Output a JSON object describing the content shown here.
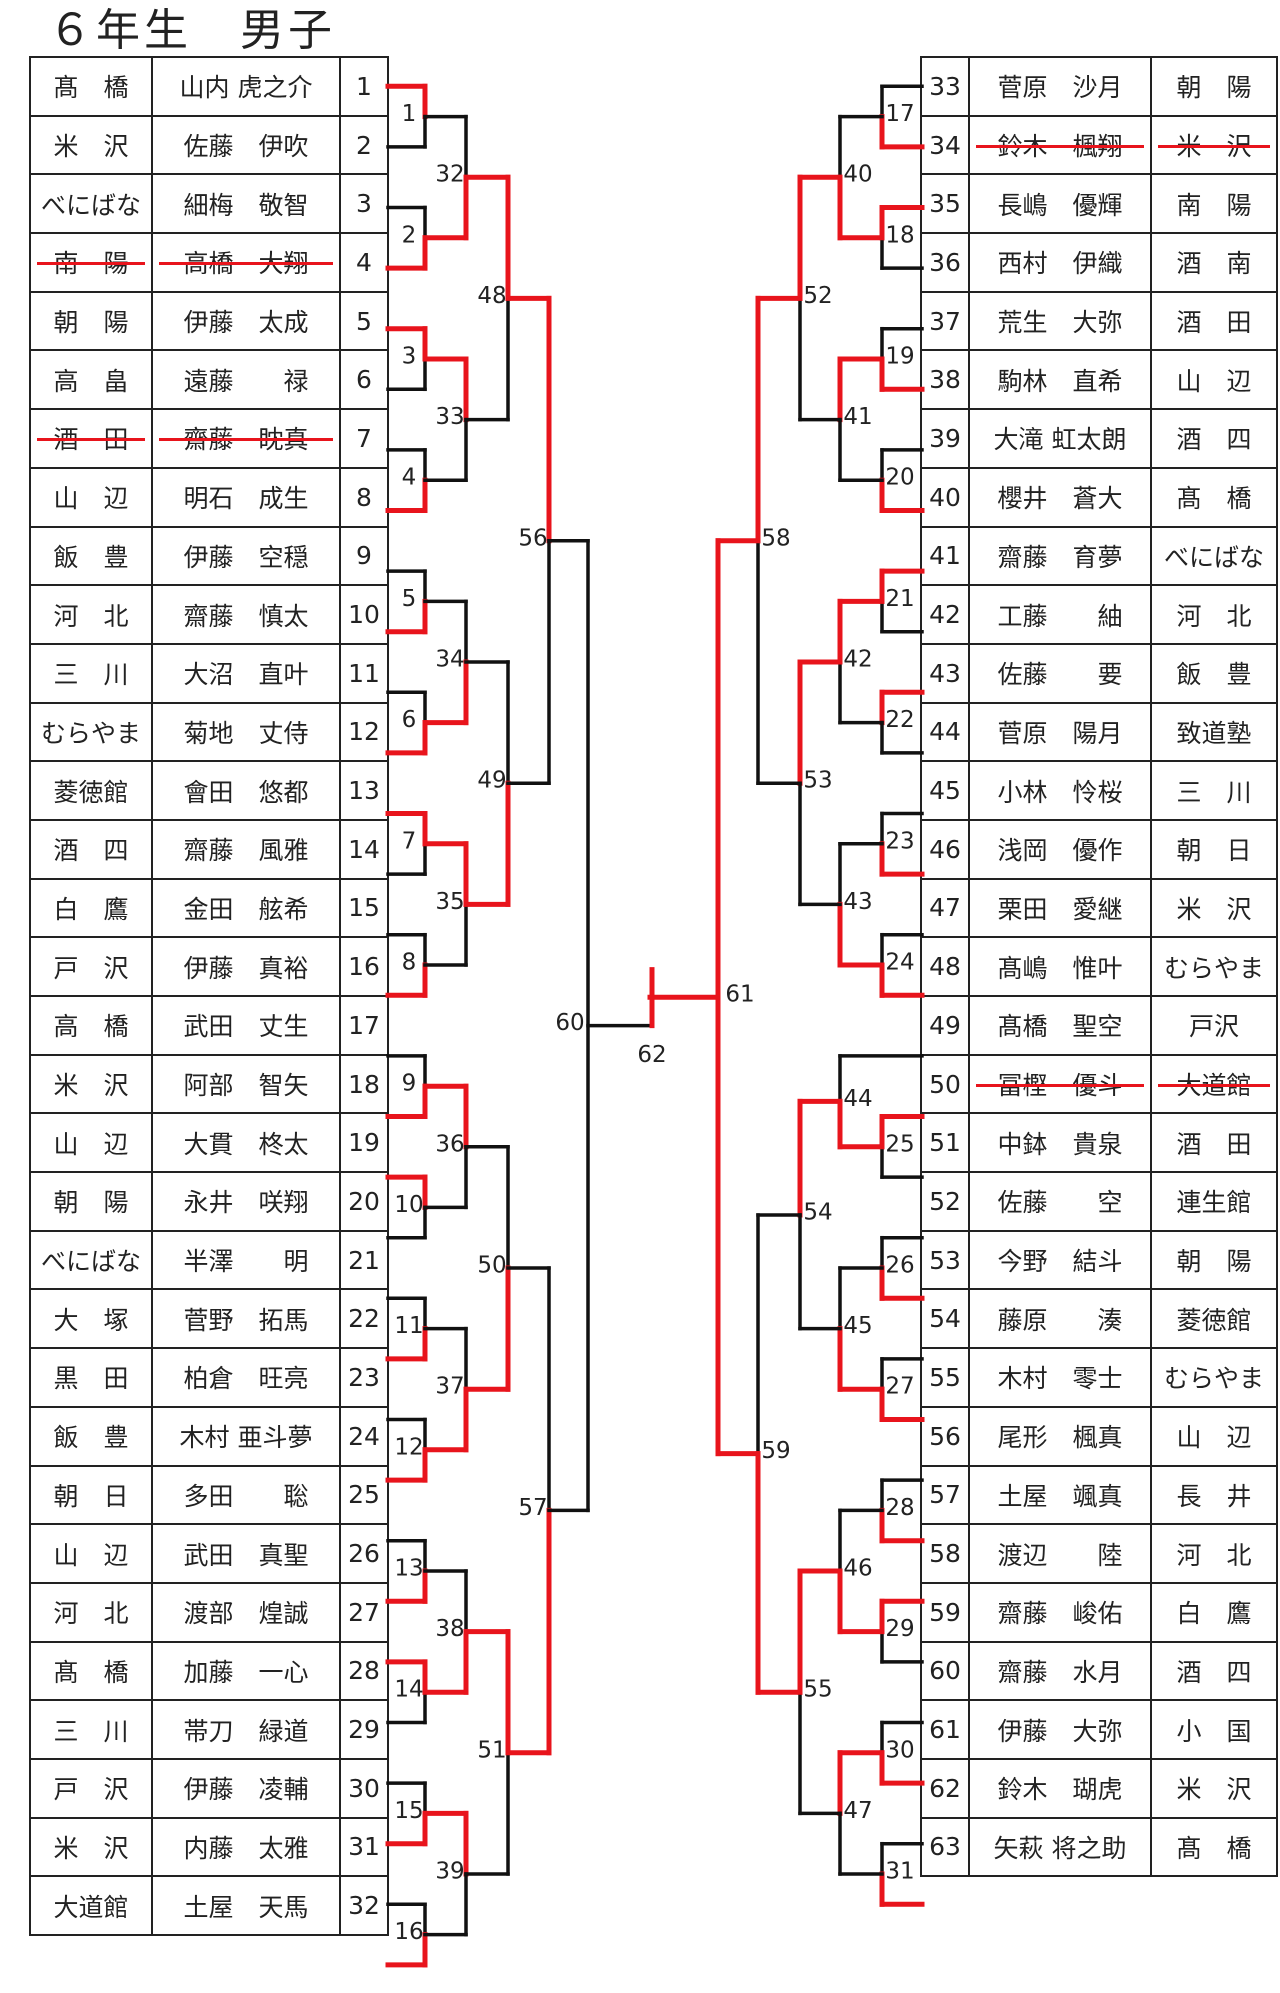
{
  "title": "６年生　男子",
  "colors": {
    "winner_line": "#e8141c",
    "bracket_line": "#111111",
    "strike": "#e8141c"
  },
  "left_entries": [
    {
      "no": "1",
      "team": "髙　橋",
      "name": "山内 虎之介",
      "withdrawn": false
    },
    {
      "no": "2",
      "team": "米　沢",
      "name": "佐藤　伊吹",
      "withdrawn": false
    },
    {
      "no": "3",
      "team": "べにばな",
      "name": "細梅　敬智",
      "withdrawn": false
    },
    {
      "no": "4",
      "team": "南　陽",
      "name": "高橋　大翔",
      "withdrawn": true
    },
    {
      "no": "5",
      "team": "朝　陽",
      "name": "伊藤　太成",
      "withdrawn": false
    },
    {
      "no": "6",
      "team": "高　畠",
      "name": "遠藤　　禄",
      "withdrawn": false
    },
    {
      "no": "7",
      "team": "酒　田",
      "name": "齋藤　眈真",
      "withdrawn": true
    },
    {
      "no": "8",
      "team": "山　辺",
      "name": "明石　成生",
      "withdrawn": false
    },
    {
      "no": "9",
      "team": "飯　豊",
      "name": "伊藤　空穏",
      "withdrawn": false
    },
    {
      "no": "10",
      "team": "河　北",
      "name": "齋藤　慎太",
      "withdrawn": false
    },
    {
      "no": "11",
      "team": "三　川",
      "name": "大沼　直叶",
      "withdrawn": false
    },
    {
      "no": "12",
      "team": "むらやま",
      "name": "菊地　丈侍",
      "withdrawn": false
    },
    {
      "no": "13",
      "team": "菱徳館",
      "name": "會田　悠都",
      "withdrawn": false
    },
    {
      "no": "14",
      "team": "酒　四",
      "name": "齋藤　風雅",
      "withdrawn": false
    },
    {
      "no": "15",
      "team": "白　鷹",
      "name": "金田　舷希",
      "withdrawn": false
    },
    {
      "no": "16",
      "team": "戸　沢",
      "name": "伊藤　真裕",
      "withdrawn": false
    },
    {
      "no": "17",
      "team": "高　橋",
      "name": "武田　丈生",
      "withdrawn": false
    },
    {
      "no": "18",
      "team": "米　沢",
      "name": "阿部　智矢",
      "withdrawn": false
    },
    {
      "no": "19",
      "team": "山　辺",
      "name": "大貫　柊太",
      "withdrawn": false
    },
    {
      "no": "20",
      "team": "朝　陽",
      "name": "永井　咲翔",
      "withdrawn": false
    },
    {
      "no": "21",
      "team": "べにばな",
      "name": "半澤　　明",
      "withdrawn": false
    },
    {
      "no": "22",
      "team": "大　塚",
      "name": "菅野　拓馬",
      "withdrawn": false
    },
    {
      "no": "23",
      "team": "黒　田",
      "name": "柏倉　旺亮",
      "withdrawn": false
    },
    {
      "no": "24",
      "team": "飯　豊",
      "name": "木村 亜斗夢",
      "withdrawn": false
    },
    {
      "no": "25",
      "team": "朝　日",
      "name": "多田　　聡",
      "withdrawn": false
    },
    {
      "no": "26",
      "team": "山　辺",
      "name": "武田　真聖",
      "withdrawn": false
    },
    {
      "no": "27",
      "team": "河　北",
      "name": "渡部　煌誠",
      "withdrawn": false
    },
    {
      "no": "28",
      "team": "髙　橋",
      "name": "加藤　一心",
      "withdrawn": false
    },
    {
      "no": "29",
      "team": "三　川",
      "name": "帯刀　緑道",
      "withdrawn": false
    },
    {
      "no": "30",
      "team": "戸　沢",
      "name": "伊藤　凌輔",
      "withdrawn": false
    },
    {
      "no": "31",
      "team": "米　沢",
      "name": "内藤　太雅",
      "withdrawn": false
    },
    {
      "no": "32",
      "team": "大道館",
      "name": "土屋　天馬",
      "withdrawn": false
    }
  ],
  "right_entries": [
    {
      "no": "33",
      "team": "朝　陽",
      "name": "菅原　沙月",
      "withdrawn": false
    },
    {
      "no": "34",
      "team": "米　沢",
      "name": "鈴木　楓翔",
      "withdrawn": true
    },
    {
      "no": "35",
      "team": "南　陽",
      "name": "長嶋　優輝",
      "withdrawn": false
    },
    {
      "no": "36",
      "team": "酒　南",
      "name": "西村　伊織",
      "withdrawn": false
    },
    {
      "no": "37",
      "team": "酒　田",
      "name": "荒生　大弥",
      "withdrawn": false
    },
    {
      "no": "38",
      "team": "山　辺",
      "name": "駒林　直希",
      "withdrawn": false
    },
    {
      "no": "39",
      "team": "酒　四",
      "name": "大滝 虹太朗",
      "withdrawn": false
    },
    {
      "no": "40",
      "team": "髙　橋",
      "name": "櫻井　蒼大",
      "withdrawn": false
    },
    {
      "no": "41",
      "team": "べにばな",
      "name": "齋藤　育夢",
      "withdrawn": false
    },
    {
      "no": "42",
      "team": "河　北",
      "name": "工藤　　紬",
      "withdrawn": false
    },
    {
      "no": "43",
      "team": "飯　豊",
      "name": "佐藤　　要",
      "withdrawn": false
    },
    {
      "no": "44",
      "team": "致道塾",
      "name": "菅原　陽月",
      "withdrawn": false
    },
    {
      "no": "45",
      "team": "三　川",
      "name": "小林　怜桜",
      "withdrawn": false
    },
    {
      "no": "46",
      "team": "朝　日",
      "name": "浅岡　優作",
      "withdrawn": false
    },
    {
      "no": "47",
      "team": "米　沢",
      "name": "栗田　愛継",
      "withdrawn": false
    },
    {
      "no": "48",
      "team": "むらやま",
      "name": "髙嶋　惟叶",
      "withdrawn": false
    },
    {
      "no": "49",
      "team": "戸沢",
      "name": "髙橋　聖空",
      "withdrawn": false
    },
    {
      "no": "50",
      "team": "大道館",
      "name": "冨樫　優斗",
      "withdrawn": true
    },
    {
      "no": "51",
      "team": "酒　田",
      "name": "中鉢　貴泉",
      "withdrawn": false
    },
    {
      "no": "52",
      "team": "連生館",
      "name": "佐藤　　空",
      "withdrawn": false
    },
    {
      "no": "53",
      "team": "朝　陽",
      "name": "今野　結斗",
      "withdrawn": false
    },
    {
      "no": "54",
      "team": "菱徳館",
      "name": "藤原　　湊",
      "withdrawn": false
    },
    {
      "no": "55",
      "team": "むらやま",
      "name": "木村　零士",
      "withdrawn": false
    },
    {
      "no": "56",
      "team": "山　辺",
      "name": "尾形　楓真",
      "withdrawn": false
    },
    {
      "no": "57",
      "team": "長　井",
      "name": "土屋　颯真",
      "withdrawn": false
    },
    {
      "no": "58",
      "team": "河　北",
      "name": "渡辺　　陸",
      "withdrawn": false
    },
    {
      "no": "59",
      "team": "白　鷹",
      "name": "齋藤　峻佑",
      "withdrawn": false
    },
    {
      "no": "60",
      "team": "酒　四",
      "name": "齋藤　水月",
      "withdrawn": false
    },
    {
      "no": "61",
      "team": "小　国",
      "name": "伊藤　大弥",
      "withdrawn": false
    },
    {
      "no": "62",
      "team": "米　沢",
      "name": "鈴木　瑚虎",
      "withdrawn": false
    },
    {
      "no": "63",
      "team": "髙　橋",
      "name": "矢萩 将之助",
      "withdrawn": false
    }
  ],
  "matches": {
    "left_r1": [
      "1",
      "2",
      "3",
      "4",
      "5",
      "6",
      "7",
      "8",
      "9",
      "10",
      "11",
      "12",
      "13",
      "14",
      "15",
      "16"
    ],
    "left_r2": [
      "32",
      "33",
      "34",
      "35",
      "36",
      "37",
      "38",
      "39"
    ],
    "left_r3": [
      "48",
      "49",
      "50",
      "51"
    ],
    "left_r4": [
      "56",
      "57"
    ],
    "left_r5": "60",
    "final": "62",
    "right_r5": "61",
    "right_r4": [
      "58",
      "59"
    ],
    "right_r3": [
      "52",
      "53",
      "54",
      "55"
    ],
    "right_r2": [
      "40",
      "41",
      "42",
      "43",
      "44",
      "45",
      "46",
      "47"
    ],
    "right_r1": [
      "17",
      "18",
      "19",
      "20",
      "21",
      "22",
      "23",
      "24",
      "25",
      "26",
      "27",
      "28",
      "29",
      "30",
      "31"
    ]
  },
  "left_winners": {
    "r1": [
      0,
      1,
      0,
      1,
      1,
      1,
      0,
      1,
      1,
      0,
      1,
      1,
      1,
      0,
      1,
      1
    ],
    "r2": [
      1,
      0,
      1,
      0,
      0,
      1,
      1,
      0
    ],
    "r3": [
      0,
      1,
      1,
      0
    ],
    "r4": [
      0,
      1
    ]
  },
  "right_winners": {
    "r1_pairs": [
      1,
      0,
      1,
      1,
      0,
      0,
      1,
      1,
      0,
      1,
      1,
      1,
      0,
      1,
      1
    ],
    "r2": [
      1,
      0,
      0,
      1,
      0,
      1,
      1,
      0
    ],
    "r3": [
      0,
      0,
      0,
      0
    ],
    "r4": [
      0,
      1
    ]
  }
}
